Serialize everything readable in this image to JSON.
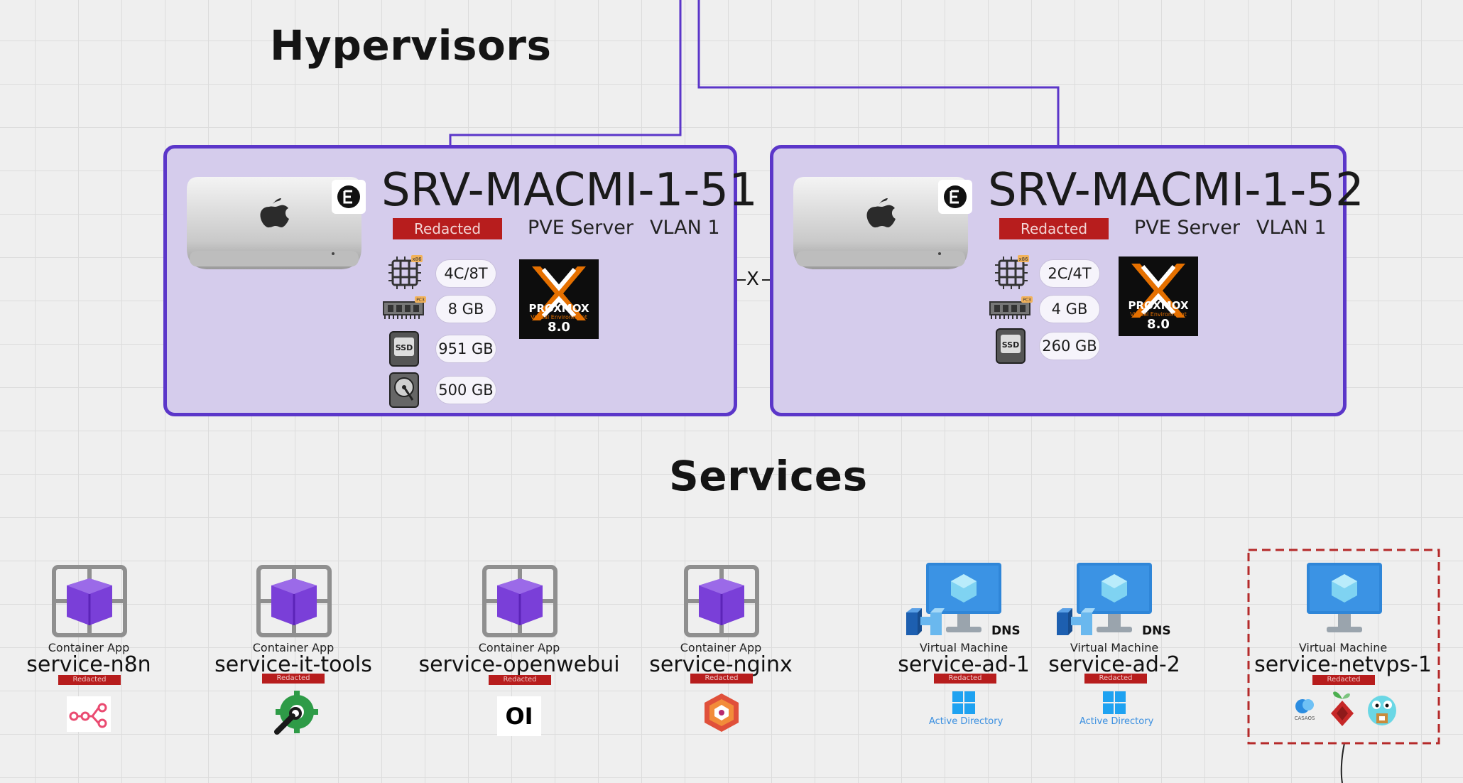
{
  "headings": {
    "hypervisors": "Hypervisors",
    "services": "Services"
  },
  "hosts": [
    {
      "name": "SRV-MACMI-1-51",
      "redacted": "Redacted",
      "role": "PVE Server",
      "vlan": "VLAN 1",
      "cpu": "4C/8T",
      "ram": "8 GB",
      "ssd": "951 GB",
      "hdd": "500 GB",
      "proxmox": {
        "brand": "PROXMOX",
        "sub": "Virtual Environment",
        "version": "8.0"
      }
    },
    {
      "name": "SRV-MACMI-1-52",
      "redacted": "Redacted",
      "role": "PVE Server",
      "vlan": "VLAN 1",
      "cpu": "2C/4T",
      "ram": "4 GB",
      "ssd": "260 GB",
      "proxmox": {
        "brand": "PROXMOX",
        "sub": "Virtual Environment",
        "version": "8.0"
      }
    }
  ],
  "chip_badges": {
    "cpu": "x86",
    "ram": "PC3",
    "ssd": "SSD"
  },
  "link_label": "X",
  "services": [
    {
      "type": "Container App",
      "name": "service-n8n",
      "redacted": "Redacted",
      "icon": "n8n-icon"
    },
    {
      "type": "Container App",
      "name": "service-it-tools",
      "redacted": "Redacted",
      "icon": "it-tools-icon"
    },
    {
      "type": "Container App",
      "name": "service-openwebui",
      "redacted": "Redacted",
      "icon": "openwebui-icon",
      "icon_text": "OI"
    },
    {
      "type": "Container App",
      "name": "service-nginx",
      "redacted": "Redacted",
      "icon": "nginx-proxy-icon"
    },
    {
      "type": "Virtual Machine",
      "name": "service-ad-1",
      "redacted": "Redacted",
      "icon": "active-directory-icon",
      "badge": "DNS",
      "caption": "Active Directory"
    },
    {
      "type": "Virtual Machine",
      "name": "service-ad-2",
      "redacted": "Redacted",
      "icon": "active-directory-icon",
      "badge": "DNS",
      "caption": "Active Directory"
    },
    {
      "type": "Virtual Machine",
      "name": "service-netvps-1",
      "redacted": "Redacted",
      "icons": [
        "casaos-icon",
        "pihole-icon",
        "gopher-icon"
      ],
      "icon_text": "CASAOS"
    }
  ],
  "colors": {
    "hypervisor_border": "#5b36c9",
    "hypervisor_fill": "#d5ccec",
    "redacted": "#b71d1d",
    "dashed_box": "#b52a2a"
  }
}
